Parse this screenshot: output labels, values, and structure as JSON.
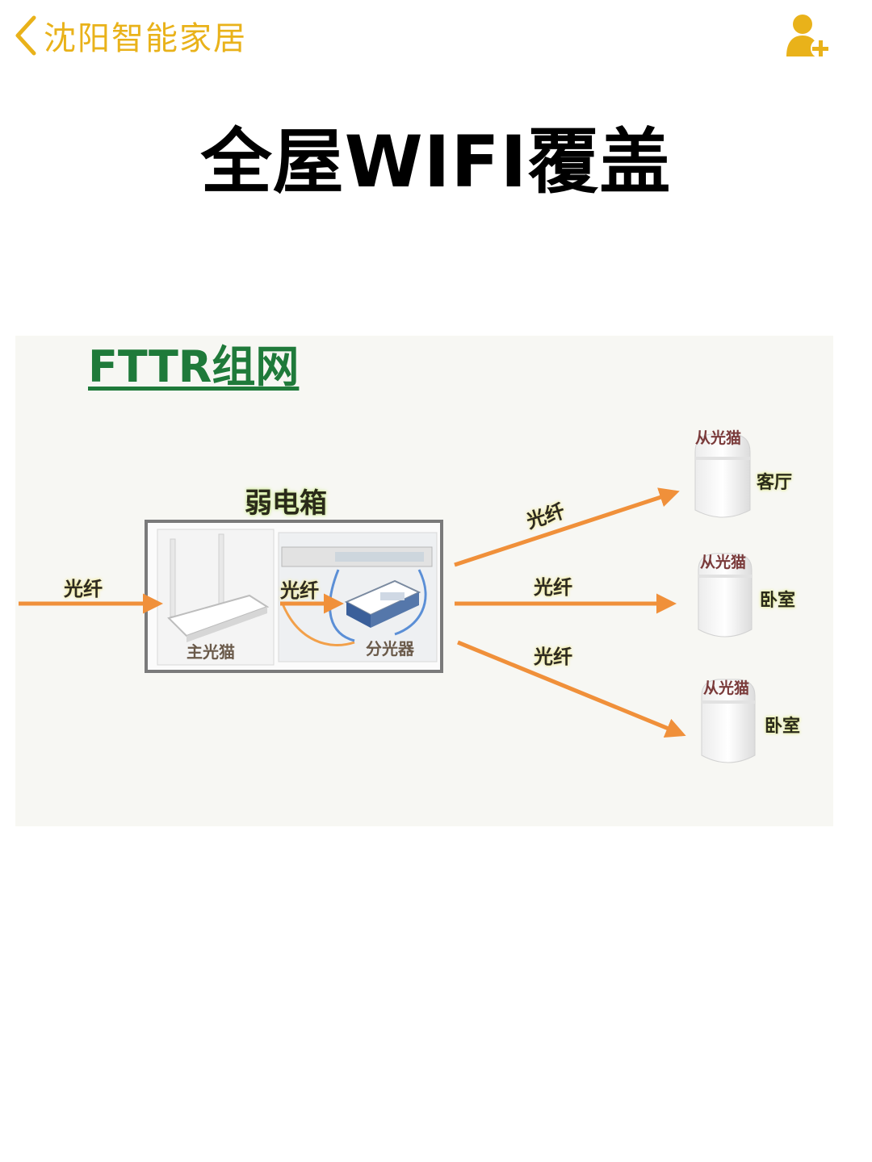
{
  "nav": {
    "title": "沈阳智能家居",
    "back_icon": "chevron-left-icon",
    "add_user_icon": "user-add-icon",
    "accent_color": "#e9b21a"
  },
  "title": "全屋WIFI覆盖",
  "diagram": {
    "heading": "FTTR组网",
    "box_label": "弱电箱",
    "incoming_fiber_label": "光纤",
    "internal_fiber_label": "光纤",
    "main_modem_label": "主光猫",
    "splitter_label": "分光器",
    "branch_fiber_labels": [
      "光纤",
      "光纤",
      "光纤"
    ],
    "satellites": [
      {
        "label": "从光猫",
        "room": "客厅"
      },
      {
        "label": "从光猫",
        "room": "卧室"
      },
      {
        "label": "从光猫",
        "room": "卧室"
      }
    ],
    "heading_color": "#1f7a3a",
    "arrow_color": "#f0903a"
  }
}
